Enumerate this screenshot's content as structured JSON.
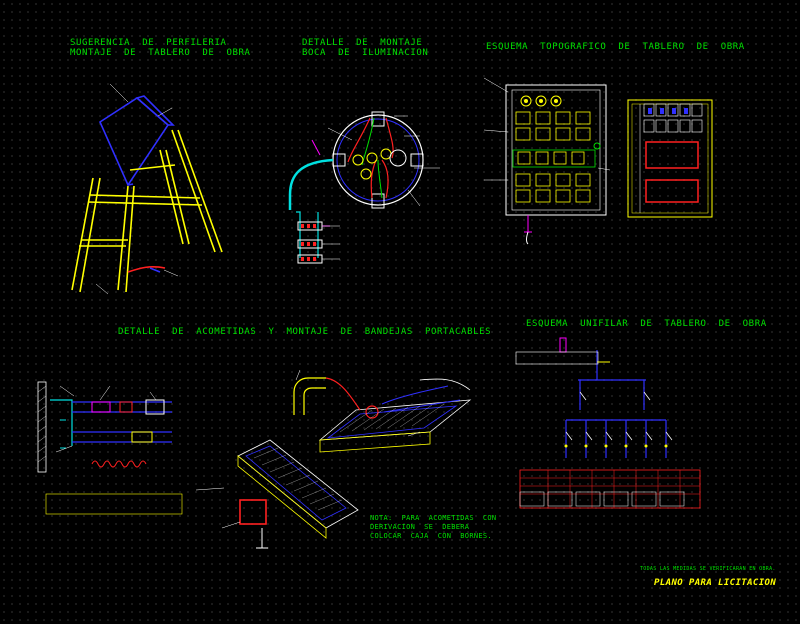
{
  "titles": {
    "perfileria": "SUGERENCIA  DE  PERFILERIA\nMONTAJE  DE  TABLERO  DE  OBRA",
    "boca": "DETALLE  DE  MONTAJE\nBOCA  DE  ILUMINACION",
    "topografico": "ESQUEMA  TOPOGRAFICO  DE  TABLERO  DE  OBRA",
    "acometidas": "DETALLE  DE  ACOMETIDAS  Y  MONTAJE  DE  BANDEJAS  PORTACABLES",
    "unifilar": "ESQUEMA  UNIFILAR  DE  TABLERO  DE  OBRA"
  },
  "nota": "NOTA:  PARA  ACOMETIDAS  CON\nDERIVACION  SE  DEBERA\nCOLOCAR  CAJA  CON  BORNES.",
  "footer": {
    "medidas": "TODAS  LAS  MEDIDAS  SE  VERIFICARAN  EN  OBRA.",
    "plano": "PLANO PARA LICITACION"
  },
  "colors": {
    "background": "#000000",
    "titles": "#00e000",
    "notes": "#ffff00",
    "cables": "#ff2020",
    "structure": "#3030ff",
    "conduits": "#00e0e0",
    "accent": "#ff00ff"
  }
}
